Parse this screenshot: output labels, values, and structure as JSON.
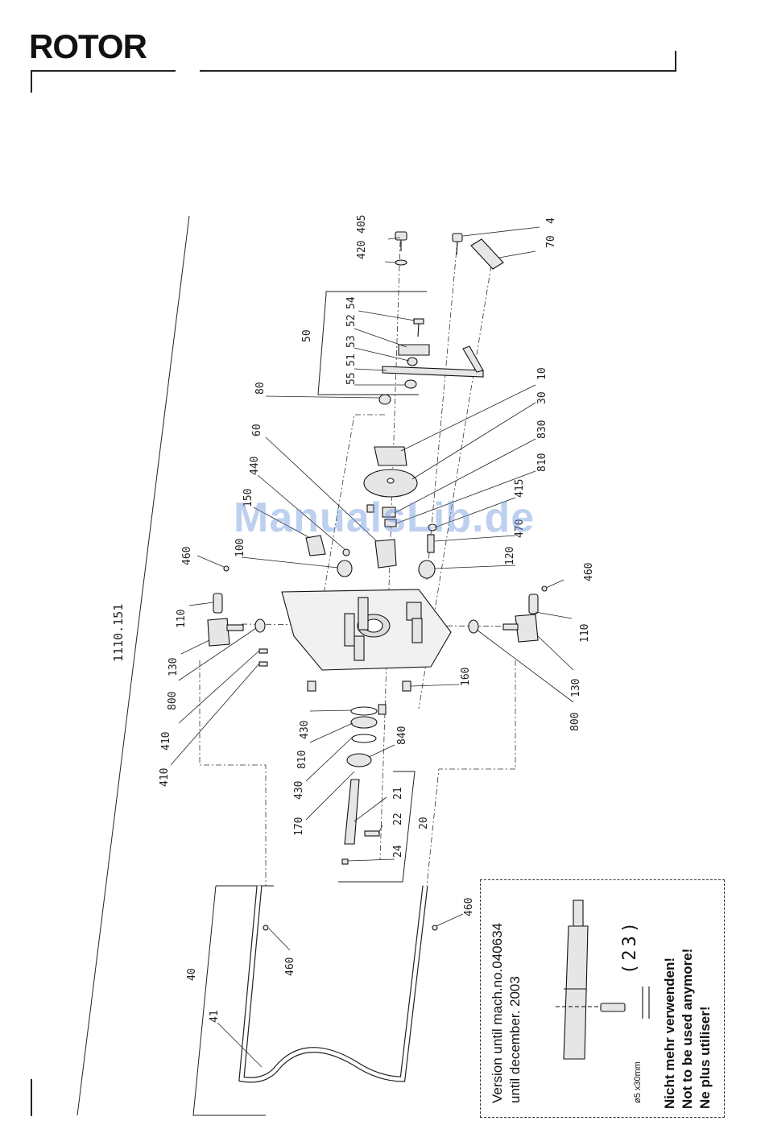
{
  "header": {
    "logo": "ROTOR"
  },
  "drawing": {
    "assembly_number": "1110.151",
    "callouts": [
      {
        "id": "c-4",
        "text": "4"
      },
      {
        "id": "c-405",
        "text": "405"
      },
      {
        "id": "c-420",
        "text": "420"
      },
      {
        "id": "c-70",
        "text": "70"
      },
      {
        "id": "c-54",
        "text": "54"
      },
      {
        "id": "c-52",
        "text": "52"
      },
      {
        "id": "c-53",
        "text": "53"
      },
      {
        "id": "c-51",
        "text": "51"
      },
      {
        "id": "c-55",
        "text": "55"
      },
      {
        "id": "c-50",
        "text": "50"
      },
      {
        "id": "c-80",
        "text": "80"
      },
      {
        "id": "c-10",
        "text": "10"
      },
      {
        "id": "c-30",
        "text": "30"
      },
      {
        "id": "c-830",
        "text": "830"
      },
      {
        "id": "c-810a",
        "text": "810"
      },
      {
        "id": "c-415",
        "text": "415"
      },
      {
        "id": "c-470",
        "text": "470"
      },
      {
        "id": "c-120",
        "text": "120"
      },
      {
        "id": "c-60",
        "text": "60"
      },
      {
        "id": "c-440",
        "text": "440"
      },
      {
        "id": "c-150",
        "text": "150"
      },
      {
        "id": "c-100",
        "text": "100"
      },
      {
        "id": "c-460a",
        "text": "460"
      },
      {
        "id": "c-460b",
        "text": "460"
      },
      {
        "id": "c-110a",
        "text": "110"
      },
      {
        "id": "c-110b",
        "text": "110"
      },
      {
        "id": "c-130a",
        "text": "130"
      },
      {
        "id": "c-130b",
        "text": "130"
      },
      {
        "id": "c-800a",
        "text": "800"
      },
      {
        "id": "c-800b",
        "text": "800"
      },
      {
        "id": "c-410a",
        "text": "410"
      },
      {
        "id": "c-410b",
        "text": "410"
      },
      {
        "id": "c-160",
        "text": "160"
      },
      {
        "id": "c-430a",
        "text": "430"
      },
      {
        "id": "c-810b",
        "text": "810"
      },
      {
        "id": "c-430b",
        "text": "430"
      },
      {
        "id": "c-840",
        "text": "840"
      },
      {
        "id": "c-170",
        "text": "170"
      },
      {
        "id": "c-21",
        "text": "21"
      },
      {
        "id": "c-22",
        "text": "22"
      },
      {
        "id": "c-20",
        "text": "20"
      },
      {
        "id": "c-24",
        "text": "24"
      },
      {
        "id": "c-40",
        "text": "40"
      },
      {
        "id": "c-41",
        "text": "41"
      },
      {
        "id": "c-460c",
        "text": "460"
      },
      {
        "id": "c-460d",
        "text": "460"
      }
    ]
  },
  "note": {
    "version_line1": "Version until mach.no.040634",
    "version_line2": "until december. 2003",
    "part_label": "(23)",
    "dimension": "ø5 x30mm",
    "warning_de": "Nicht mehr verwenden!",
    "warning_en": "Not to be used anymore!",
    "warning_fr": "Ne plus utiliser!"
  },
  "watermark": "ManualsLib.de"
}
